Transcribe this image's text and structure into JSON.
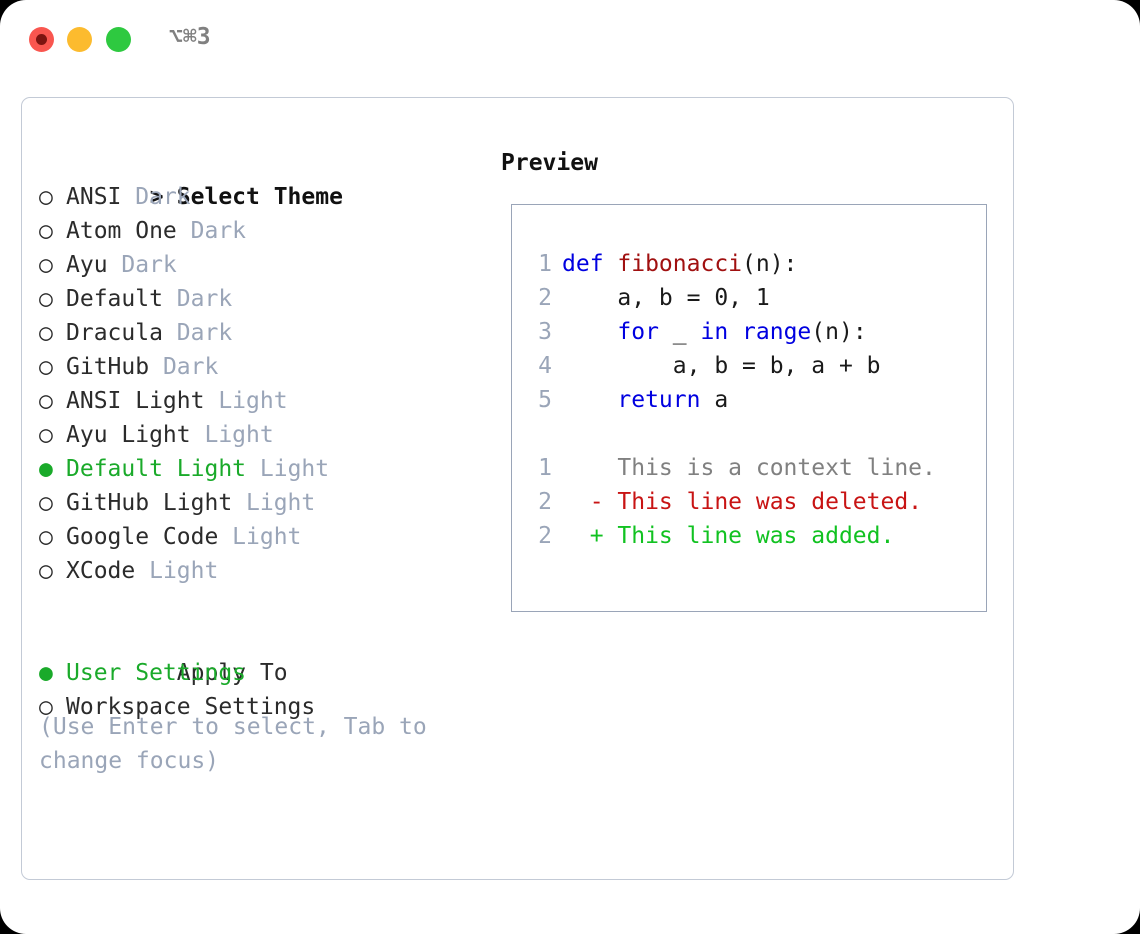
{
  "window": {
    "title": "⌥⌘3",
    "traffic_lights": [
      {
        "name": "close",
        "color": "#f9564f"
      },
      {
        "name": "minimize",
        "color": "#fcbb2e"
      },
      {
        "name": "maximize",
        "color": "#2ec940"
      }
    ]
  },
  "colors": {
    "accent_green": "#1aaa2a",
    "muted": "#9aa5b8",
    "keyword_blue": "#0000e0",
    "function_red": "#a01010",
    "diff_deleted": "#c81414",
    "diff_added": "#11c221",
    "panel_border": "#c3cad6",
    "preview_border": "#9aa5b8"
  },
  "theme_list": {
    "header": {
      "marker": ">",
      "label": "Select Theme"
    },
    "items": [
      {
        "marker": "○",
        "label": "ANSI",
        "tag": "Dark",
        "selected": false
      },
      {
        "marker": "○",
        "label": "Atom One",
        "tag": "Dark",
        "selected": false
      },
      {
        "marker": "○",
        "label": "Ayu",
        "tag": "Dark",
        "selected": false
      },
      {
        "marker": "○",
        "label": "Default",
        "tag": "Dark",
        "selected": false
      },
      {
        "marker": "○",
        "label": "Dracula",
        "tag": "Dark",
        "selected": false
      },
      {
        "marker": "○",
        "label": "GitHub",
        "tag": "Dark",
        "selected": false
      },
      {
        "marker": "○",
        "label": "ANSI Light",
        "tag": "Light",
        "selected": false
      },
      {
        "marker": "○",
        "label": "Ayu Light",
        "tag": "Light",
        "selected": false
      },
      {
        "marker": "●",
        "label": "Default Light",
        "tag": "Light",
        "selected": true
      },
      {
        "marker": "○",
        "label": "GitHub Light",
        "tag": "Light",
        "selected": false
      },
      {
        "marker": "○",
        "label": "Google Code",
        "tag": "Light",
        "selected": false
      },
      {
        "marker": "○",
        "label": "XCode",
        "tag": "Light",
        "selected": false
      }
    ]
  },
  "apply_to": {
    "header": {
      "marker": " ",
      "label": "Apply To"
    },
    "items": [
      {
        "marker": "●",
        "label": "User Settings",
        "selected": true
      },
      {
        "marker": "○",
        "label": "Workspace Settings",
        "selected": false
      }
    ]
  },
  "hint": "(Use Enter to select, Tab to change focus)",
  "preview": {
    "title": "Preview",
    "code_lines": [
      {
        "num": "1",
        "tokens": [
          {
            "t": "def ",
            "c": "kw"
          },
          {
            "t": "fibonacci",
            "c": "fn"
          },
          {
            "t": "(n):",
            "c": "pl"
          }
        ]
      },
      {
        "num": "2",
        "tokens": [
          {
            "t": "    a, b = 0, 1",
            "c": "pl"
          }
        ]
      },
      {
        "num": "3",
        "tokens": [
          {
            "t": "    ",
            "c": "pl"
          },
          {
            "t": "for",
            "c": "kw"
          },
          {
            "t": " _ ",
            "c": "pl"
          },
          {
            "t": "in",
            "c": "kw"
          },
          {
            "t": " ",
            "c": "pl"
          },
          {
            "t": "range",
            "c": "kw"
          },
          {
            "t": "(n):",
            "c": "pl"
          }
        ]
      },
      {
        "num": "4",
        "tokens": [
          {
            "t": "        a, b = b, a + b",
            "c": "pl"
          }
        ]
      },
      {
        "num": "5",
        "tokens": [
          {
            "t": "    ",
            "c": "pl"
          },
          {
            "t": "return",
            "c": "kw"
          },
          {
            "t": " a",
            "c": "pl"
          }
        ]
      }
    ],
    "diff_lines": [
      {
        "num": "1",
        "sign": " ",
        "text": " This is a context line.",
        "kind": "ctx"
      },
      {
        "num": "2",
        "sign": "-",
        "text": " This line was deleted.",
        "kind": "del"
      },
      {
        "num": "2",
        "sign": "+",
        "text": " This line was added.",
        "kind": "add"
      }
    ]
  }
}
